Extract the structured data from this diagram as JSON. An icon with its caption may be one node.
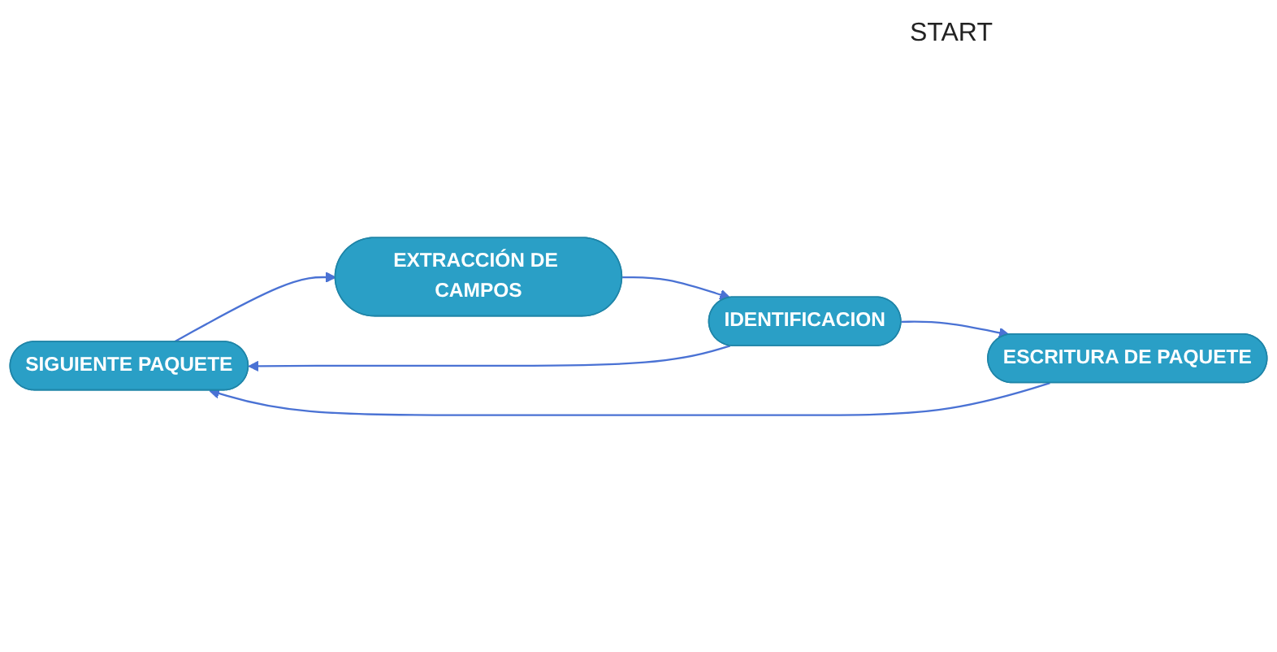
{
  "diagram": {
    "nodes": [
      {
        "text": [
          "SIGUIENTE PAQUETE"
        ]
      },
      {
        "text": [
          "EXTRACCIÓN DE CAMPOS"
        ]
      },
      {
        "text": [
          "IDENTIFICACION"
        ]
      },
      {
        "text": [
          "ESCRITURA DE PAQUETE"
        ]
      }
    ],
    "edges": [
      {
        "from": 0,
        "to": 1,
        "arrow": "to"
      },
      {
        "from": 1,
        "to": 2,
        "arrow": "to"
      },
      {
        "from": 2,
        "to": 0,
        "arrow": "to"
      },
      {
        "from": 2,
        "to": 3,
        "arrow": "to"
      },
      {
        "from": 3,
        "to": 0,
        "arrow": "to"
      }
    ],
    "labels": [
      "START"
    ]
  }
}
